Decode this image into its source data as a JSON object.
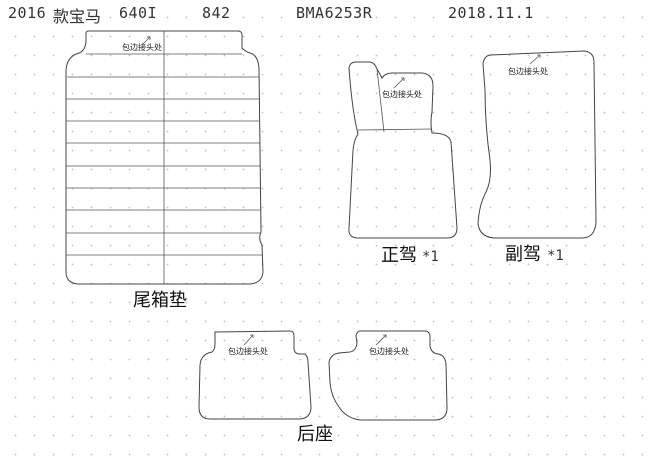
{
  "header": {
    "year": "2016",
    "brand": "款宝马",
    "model": "640I",
    "code": "842",
    "part_no": "BMA6253R",
    "date": "2018.11.1"
  },
  "note_text": "包边接头处",
  "pieces": {
    "trunk": {
      "label": "尾箱垫"
    },
    "driver": {
      "label": "正驾",
      "qty": "*1"
    },
    "passenger": {
      "label": "副驾",
      "qty": "*1"
    },
    "rear": {
      "label": "后座"
    }
  },
  "colors": {
    "line": "#444444",
    "grid_dot": "#c4c4c4"
  }
}
